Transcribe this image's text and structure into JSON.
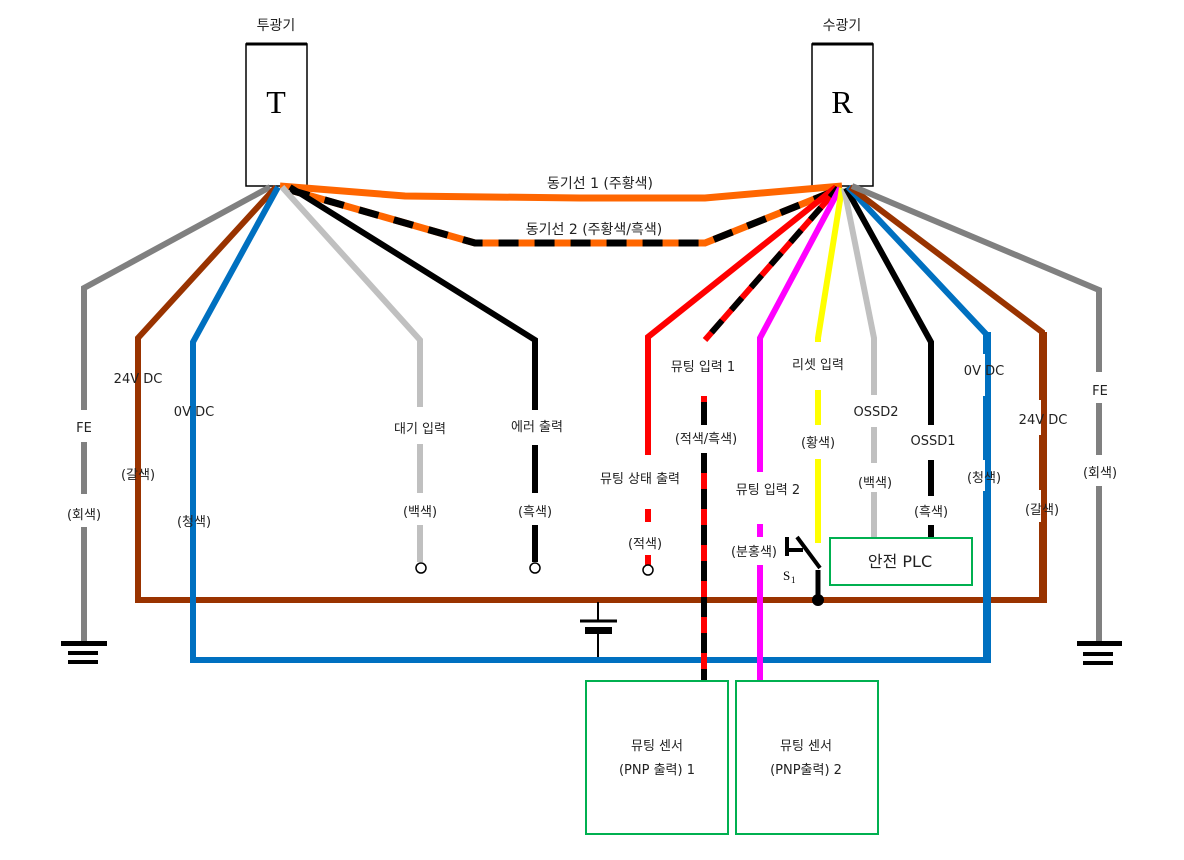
{
  "emitter": {
    "title": "투광기",
    "letter": "T"
  },
  "receiver": {
    "title": "수광기",
    "letter": "R"
  },
  "sync": {
    "line1": "동기선 1 (주황색)",
    "line2": "동기선 2 (주황색/흑색)"
  },
  "emitter_wires": [
    {
      "name": "FE",
      "color_label": "(회색)",
      "color": "#808080"
    },
    {
      "name": "24V DC",
      "color_label": "(갈색)",
      "color": "#993300"
    },
    {
      "name": "0V DC",
      "color_label": "(청색)",
      "color": "#0070c0"
    },
    {
      "name": "대기 입력",
      "color_label": "(백색)",
      "color": "#c0c0c0"
    },
    {
      "name": "에러 출력",
      "color_label": "(흑색)",
      "color": "#000000"
    }
  ],
  "receiver_wires": [
    {
      "name": "뮤팅 상태 출력",
      "color_label": "(적색)",
      "color": "#ff0000"
    },
    {
      "name": "뮤팅 입력 1",
      "color_label": "(적색/흑색)",
      "color": "#ff0000",
      "stripe": "#000000"
    },
    {
      "name": "뮤팅 입력 2",
      "color_label": "(분홍색)",
      "color": "#ff00ff"
    },
    {
      "name": "리셋 입력",
      "color_label": "(황색)",
      "color": "#ffff00"
    },
    {
      "name": "OSSD2",
      "color_label": "(백색)",
      "color": "#c0c0c0"
    },
    {
      "name": "OSSD1",
      "color_label": "(흑색)",
      "color": "#000000"
    },
    {
      "name": "0V DC",
      "color_label": "(청색)",
      "color": "#0070c0"
    },
    {
      "name": "24V DC",
      "color_label": "(갈색)",
      "color": "#993300"
    },
    {
      "name": "FE",
      "color_label": "(회색)",
      "color": "#808080"
    }
  ],
  "switch": {
    "label": "S",
    "subscript": "1"
  },
  "plc": {
    "label": "안전 PLC"
  },
  "sensors": [
    {
      "line1": "뮤팅 센서",
      "line2": "(PNP 출력) 1"
    },
    {
      "line1": "뮤팅 센서",
      "line2": "(PNP출력) 2"
    }
  ],
  "colors": {
    "orange": "#ff6600",
    "box_border": "#00b050",
    "black": "#000000"
  }
}
